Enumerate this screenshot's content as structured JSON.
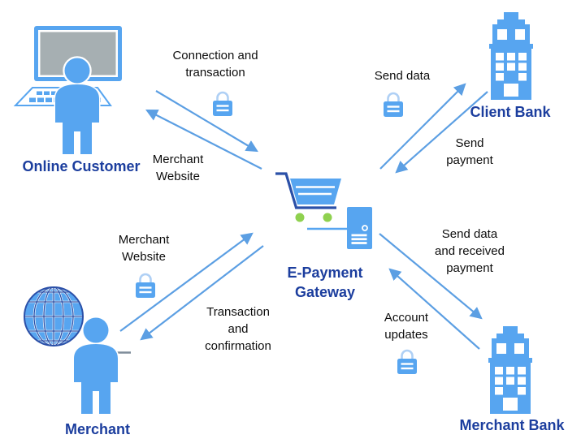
{
  "colors": {
    "icon_blue": "#57A5F0",
    "arrow_blue": "#5C9FE3",
    "dark_blue": "#1C3E9E",
    "navy_line": "#2B50A8",
    "wheel_green": "#8FD14F",
    "screen_gray": "#A6AFB2",
    "shackle_blue": "#AFD0F5",
    "label_black": "#0d0d0d"
  },
  "entities": {
    "online_customer": {
      "label": "Online Customer"
    },
    "client_bank": {
      "label": "Client Bank"
    },
    "merchant": {
      "label": "Merchant"
    },
    "merchant_bank": {
      "label": "Merchant Bank"
    },
    "gateway": {
      "label": "E-Payment\nGateway"
    }
  },
  "flow_labels": {
    "connection_transaction": "Connection and\ntransaction",
    "merchant_website_top": "Merchant\nWebsite",
    "send_data": "Send data",
    "send_payment": "Send\npayment",
    "merchant_website_bottom": "Merchant\nWebsite",
    "transaction_confirmation": "Transaction\nand\nconfirmation",
    "send_data_received_payment": "Send data\nand received\npayment",
    "account_updates": "Account\nupdates"
  },
  "links": [
    "online_customer <-> gateway",
    "gateway <-> client_bank",
    "merchant <-> gateway",
    "gateway <-> merchant_bank"
  ],
  "icons": {
    "monitor": "monitor-icon",
    "keyboard": "keyboard-icon",
    "person": "person-icon",
    "globe": "globe-icon",
    "bank_building": "bank-building-icon",
    "shopping_cart": "shopping-cart-icon",
    "server": "server-icon",
    "padlock": "padlock-icon"
  }
}
